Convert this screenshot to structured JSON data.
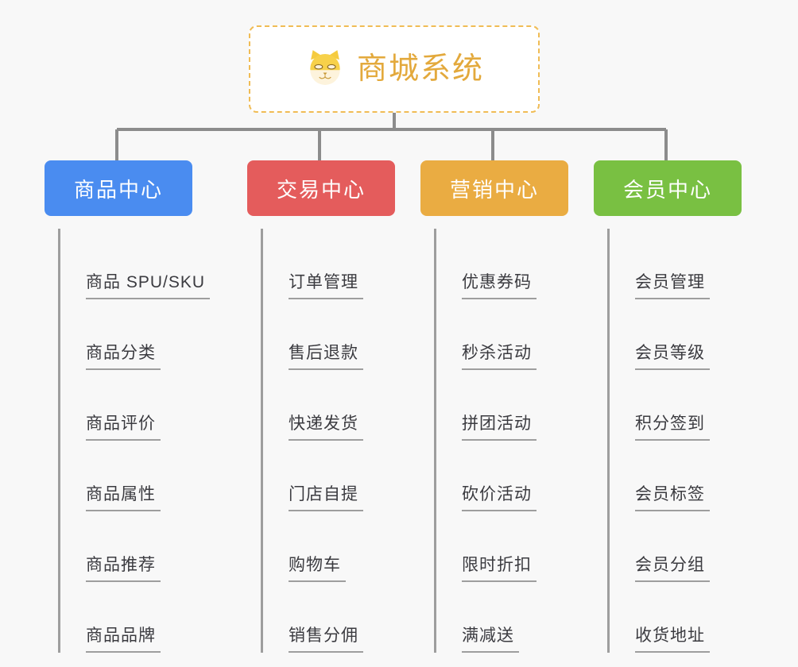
{
  "diagram": {
    "type": "mindmap",
    "background_color": "#f8f8f8",
    "root": {
      "title": "商城系统",
      "icon": "shiba-dog-icon",
      "title_color": "#e3a93c",
      "border_color": "#f0bc55",
      "card_color": "#ffffff"
    },
    "connector_color": "#8c8c8c",
    "branches": [
      {
        "label": "商品中心",
        "color": "#4a8cf0",
        "items": [
          "商品 SPU/SKU",
          "商品分类",
          "商品评价",
          "商品属性",
          "商品推荐",
          "商品品牌"
        ]
      },
      {
        "label": "交易中心",
        "color": "#e45c5c",
        "items": [
          "订单管理",
          "售后退款",
          "快递发货",
          "门店自提",
          "购物车",
          "销售分佣"
        ]
      },
      {
        "label": "营销中心",
        "color": "#eaac42",
        "items": [
          "优惠券码",
          "秒杀活动",
          "拼团活动",
          "砍价活动",
          "限时折扣",
          "满减送"
        ]
      },
      {
        "label": "会员中心",
        "color": "#79c042",
        "items": [
          "会员管理",
          "会员等级",
          "积分签到",
          "会员标签",
          "会员分组",
          "收货地址"
        ]
      }
    ]
  }
}
